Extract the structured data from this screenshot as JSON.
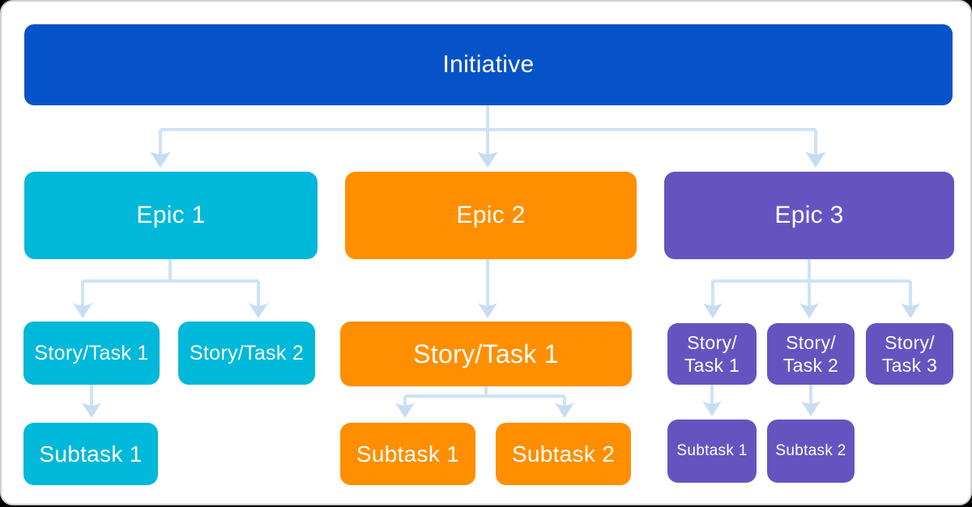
{
  "colors": {
    "page-background": "#000000",
    "card-background": "#FFFFFF",
    "card-border": "#CFCFCF",
    "label-text": "#FFFFFF",
    "initiative-blue": "#0652C9",
    "epic-cyan": "#00B8D9",
    "epic-orange": "#FF8F00",
    "epic-purple": "#6554C0",
    "connector-blue": "#CEE3F6",
    "connector-head": "#C6DDF3"
  },
  "tree": {
    "root": {
      "label": "Initiative"
    },
    "epics": [
      {
        "label": "Epic 1",
        "stories": [
          {
            "label": "Story/Task 1",
            "subtasks": [
              {
                "label": "Subtask 1"
              }
            ]
          },
          {
            "label": "Story/Task 2",
            "subtasks": []
          }
        ]
      },
      {
        "label": "Epic 2",
        "stories": [
          {
            "label": "Story/Task 1",
            "subtasks": [
              {
                "label": "Subtask 1"
              },
              {
                "label": "Subtask 2"
              }
            ]
          }
        ]
      },
      {
        "label": "Epic 3",
        "stories": [
          {
            "label": "Story/Task 1",
            "lines": [
              "Story/",
              "Task 1"
            ],
            "subtasks": [
              {
                "label": "Subtask 1"
              }
            ]
          },
          {
            "label": "Story/Task 2",
            "lines": [
              "Story/",
              "Task 2"
            ],
            "subtasks": [
              {
                "label": "Subtask 2"
              }
            ]
          },
          {
            "label": "Story/Task 3",
            "lines": [
              "Story/",
              "Task 3"
            ],
            "subtasks": []
          }
        ]
      }
    ]
  }
}
